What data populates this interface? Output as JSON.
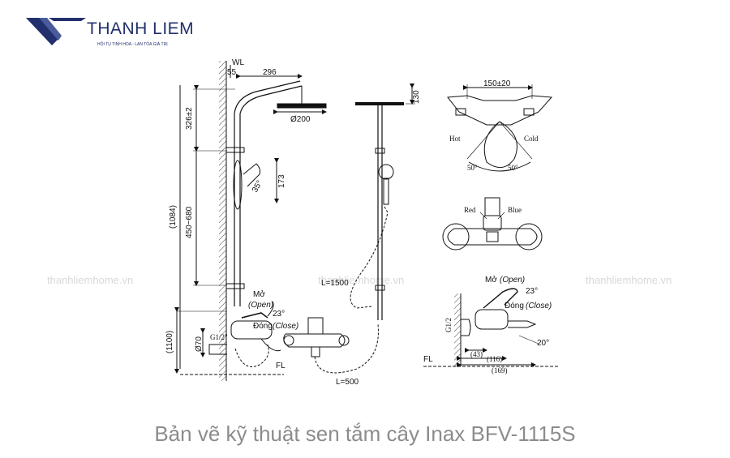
{
  "brand": {
    "name": "THANH LIEM",
    "tagline": "HỘI TỤ TINH HOA - LAN TỎA GIÁ TRỊ"
  },
  "watermark": "thanhliemhome.vn",
  "caption": "Bản vẽ kỹ thuật sen tắm cây Inax BFV-1115S",
  "side_view": {
    "wall_label": "WL",
    "dim_wall_offset": "55",
    "dim_arm_reach": "296",
    "dim_head_drop": "326±2",
    "dim_slide_range": "450~680",
    "dim_total_height": "(1084)",
    "dim_floor_height": "(1100)",
    "dim_head_diameter": "Ø200",
    "dim_hand_angle": "35°",
    "dim_hand_length": "173",
    "dim_outlet": "Ø70",
    "thread": "G1/2\"",
    "open_label": "Mở",
    "open_label_en": "(Open)",
    "close_label": "Đóng",
    "close_label_en": "(Close)",
    "lever_angle": "23°",
    "floor_label": "FL"
  },
  "front_view": {
    "dim_head_height": "130",
    "hose_long": "L=1500",
    "hose_short": "L=500"
  },
  "top_view": {
    "dim_center_distance": "150±20",
    "hot_label": "Hot",
    "cold_label": "Cold",
    "angle_left": "50°",
    "angle_right": "50°"
  },
  "valve_front": {
    "red_label": "Red",
    "blue_label": "Blue"
  },
  "valve_side": {
    "open_label": "Mở",
    "open_label_en": "(Open)",
    "close_label": "Đóng",
    "close_label_en": "(Close)",
    "lever_angle": "23°",
    "spout_angle": "20°",
    "thread": "G1/2",
    "dim_a": "(43)",
    "dim_b": "(116)",
    "dim_c": "(169)",
    "floor_label": "FL"
  },
  "colors": {
    "brand_navy": "#22306d",
    "caption_gray": "#8c8c8c",
    "watermark_gray": "#d9d9d9",
    "line_black": "#111111"
  }
}
